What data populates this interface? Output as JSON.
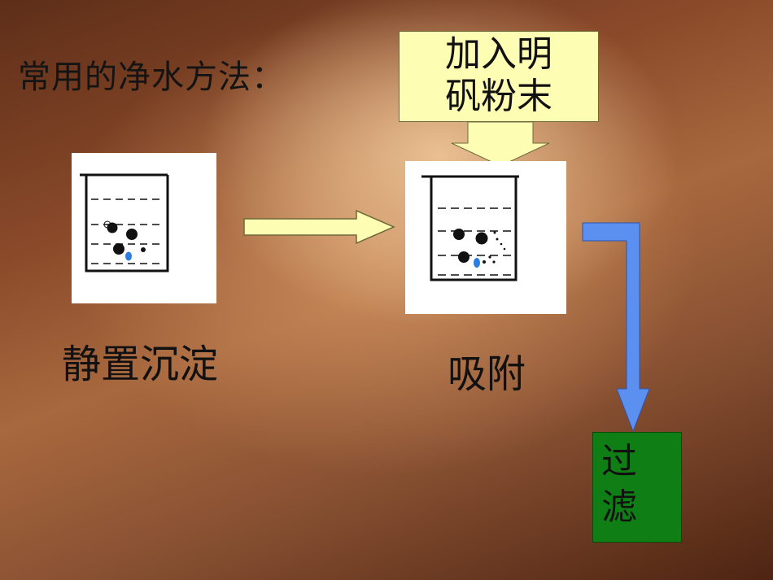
{
  "title": "常用的净水方法：",
  "callout": {
    "line1": "加入明",
    "line2": "矾粉末"
  },
  "labels": {
    "settling": "静置沉淀",
    "adsorption": "吸附"
  },
  "filter_box": {
    "line1": "过",
    "line2": "滤"
  },
  "colors": {
    "callout_fill": "#fefdb4",
    "arrow_fill": "#fefdb4",
    "pipe_fill": "#5b8ff0",
    "filter_fill": "#0f7f15",
    "particle_blue": "#2a7fe0"
  },
  "icons": [
    "beaker-settling-icon",
    "beaker-adsorption-icon",
    "right-arrow-icon",
    "down-arrow-icon",
    "pipe-arrow-icon"
  ]
}
